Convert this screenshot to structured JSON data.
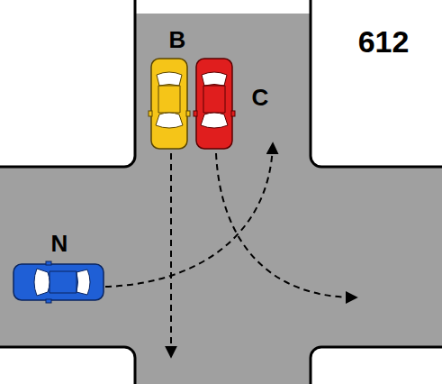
{
  "diagram": {
    "labels": [
      "612",
      "B",
      "C",
      "N"
    ]
  }
}
